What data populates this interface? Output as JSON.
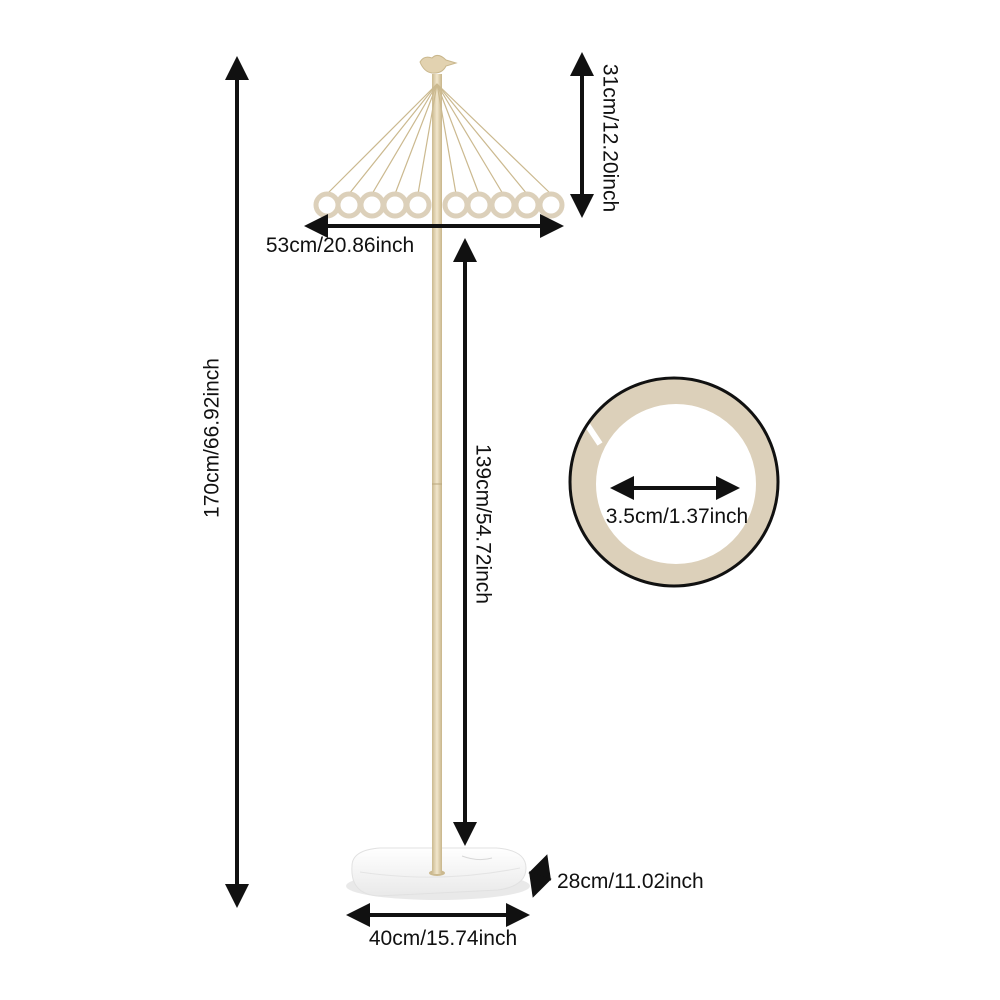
{
  "labels": {
    "total_height": "170cm/66.92inch",
    "hanger_height": "31cm/12.20inch",
    "hanger_width": "53cm/20.86inch",
    "pole_height": "139cm/54.72inch",
    "ring_diameter": "3.5cm/1.37inch",
    "base_depth": "28cm/11.02inch",
    "base_width": "40cm/15.74inch"
  },
  "colors": {
    "gold": "#E2D2B0",
    "gold_dark": "#CBB98F",
    "ring_fill": "#DCD0BA",
    "base": "#F6F6F6",
    "arrow": "#111111"
  },
  "ring_count": 10
}
